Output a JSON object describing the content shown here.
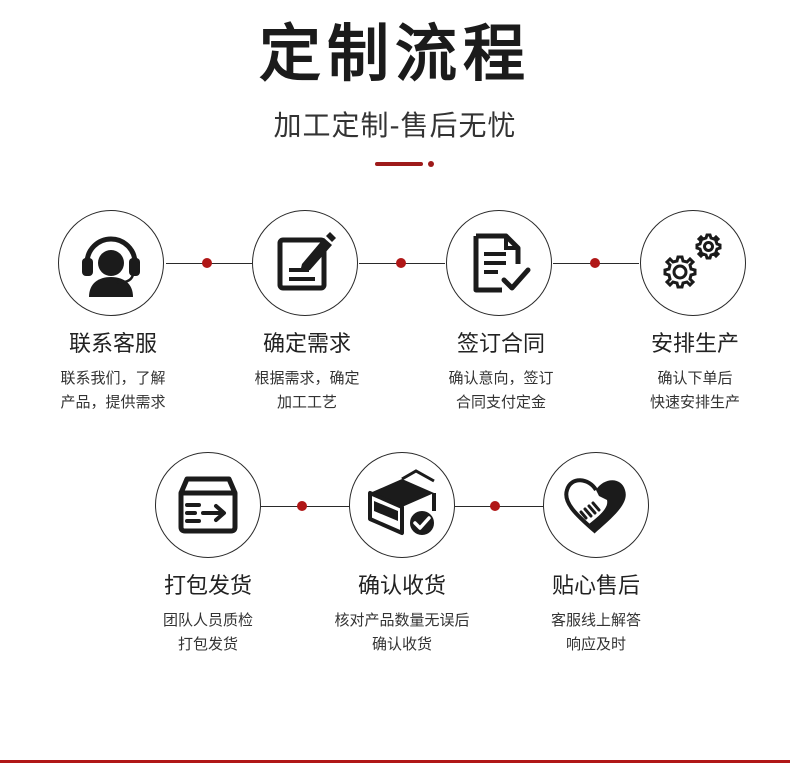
{
  "title": "定制流程",
  "subtitle": "加工定制-售后无忧",
  "steps": [
    {
      "title": "联系客服",
      "desc1": "联系我们，了解",
      "desc2": "产品，提供需求",
      "icon": "customer-service-icon"
    },
    {
      "title": "确定需求",
      "desc1": "根据需求，确定",
      "desc2": "加工工艺",
      "icon": "edit-document-icon"
    },
    {
      "title": "签订合同",
      "desc1": "确认意向，签订",
      "desc2": "合同支付定金",
      "icon": "contract-check-icon"
    },
    {
      "title": "安排生产",
      "desc1": "确认下单后",
      "desc2": "快速安排生产",
      "icon": "gears-icon"
    },
    {
      "title": "打包发货",
      "desc1": "团队人员质检",
      "desc2": "打包发货",
      "icon": "package-send-icon"
    },
    {
      "title": "确认收货",
      "desc1": "核对产品数量无误后",
      "desc2": "确认收货",
      "icon": "box-check-icon"
    },
    {
      "title": "贴心售后",
      "desc1": "客服线上解答",
      "desc2": "响应及时",
      "icon": "handshake-heart-icon"
    }
  ],
  "colors": {
    "accent": "#b01717",
    "dark": "#1b1b1b",
    "line": "#2a2a2a"
  }
}
